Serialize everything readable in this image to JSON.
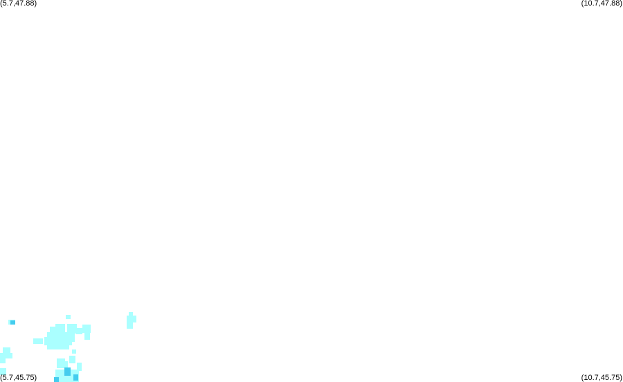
{
  "map": {
    "corners": {
      "top_left": "(5.7,47.88)",
      "top_right": "(10.7,47.88)",
      "bottom_left": "(5.7,45.75)",
      "bottom_right": "(10.7,45.75)"
    },
    "bounds": {
      "lon_min": 5.7,
      "lon_max": 10.7,
      "lat_min": 45.75,
      "lat_max": 47.88
    },
    "colors": {
      "background": "#ffffff",
      "light_cyan": "#aaffff",
      "dark_cyan": "#44ccee"
    }
  }
}
